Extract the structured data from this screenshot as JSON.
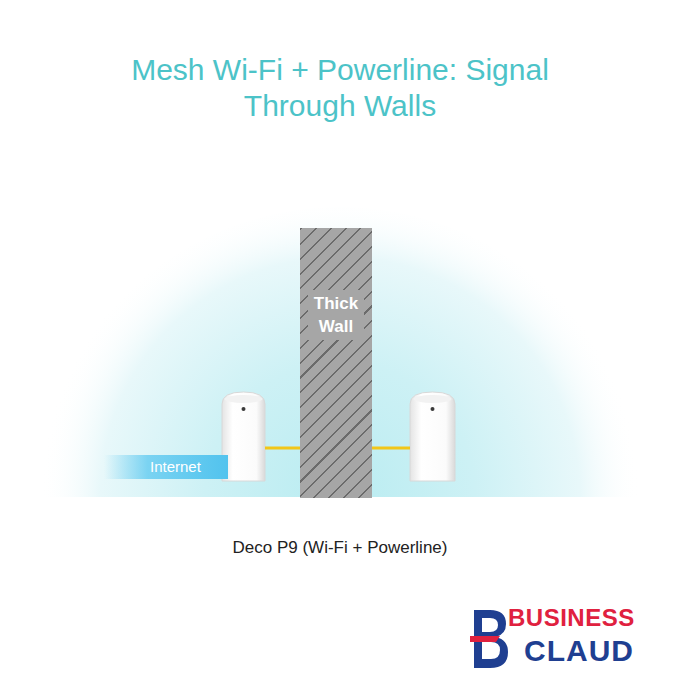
{
  "diagram": {
    "title": "Mesh Wi-Fi + Powerline: Signal Through Walls",
    "caption": "Deco P9 (Wi-Fi + Powerline)",
    "nodes": [
      {
        "text": [
          "Internet"
        ]
      },
      {
        "text": [
          "Thick Wall"
        ]
      }
    ],
    "labels": [
      "BUSINESS",
      "CLAUD"
    ]
  }
}
